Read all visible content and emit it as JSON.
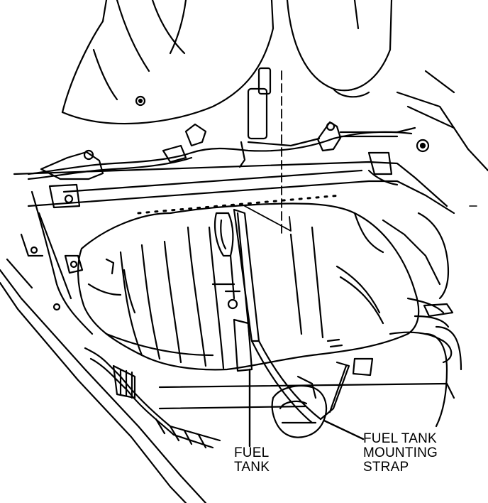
{
  "diagram": {
    "callouts": {
      "fuel_tank": {
        "line1": "FUEL",
        "line2": "TANK"
      },
      "mounting_strap": {
        "line1": "FUEL TANK",
        "line2": "MOUNTING",
        "line3": "STRAP"
      }
    },
    "colors": {
      "ink": "#000000",
      "paper": "#ffffff"
    }
  }
}
